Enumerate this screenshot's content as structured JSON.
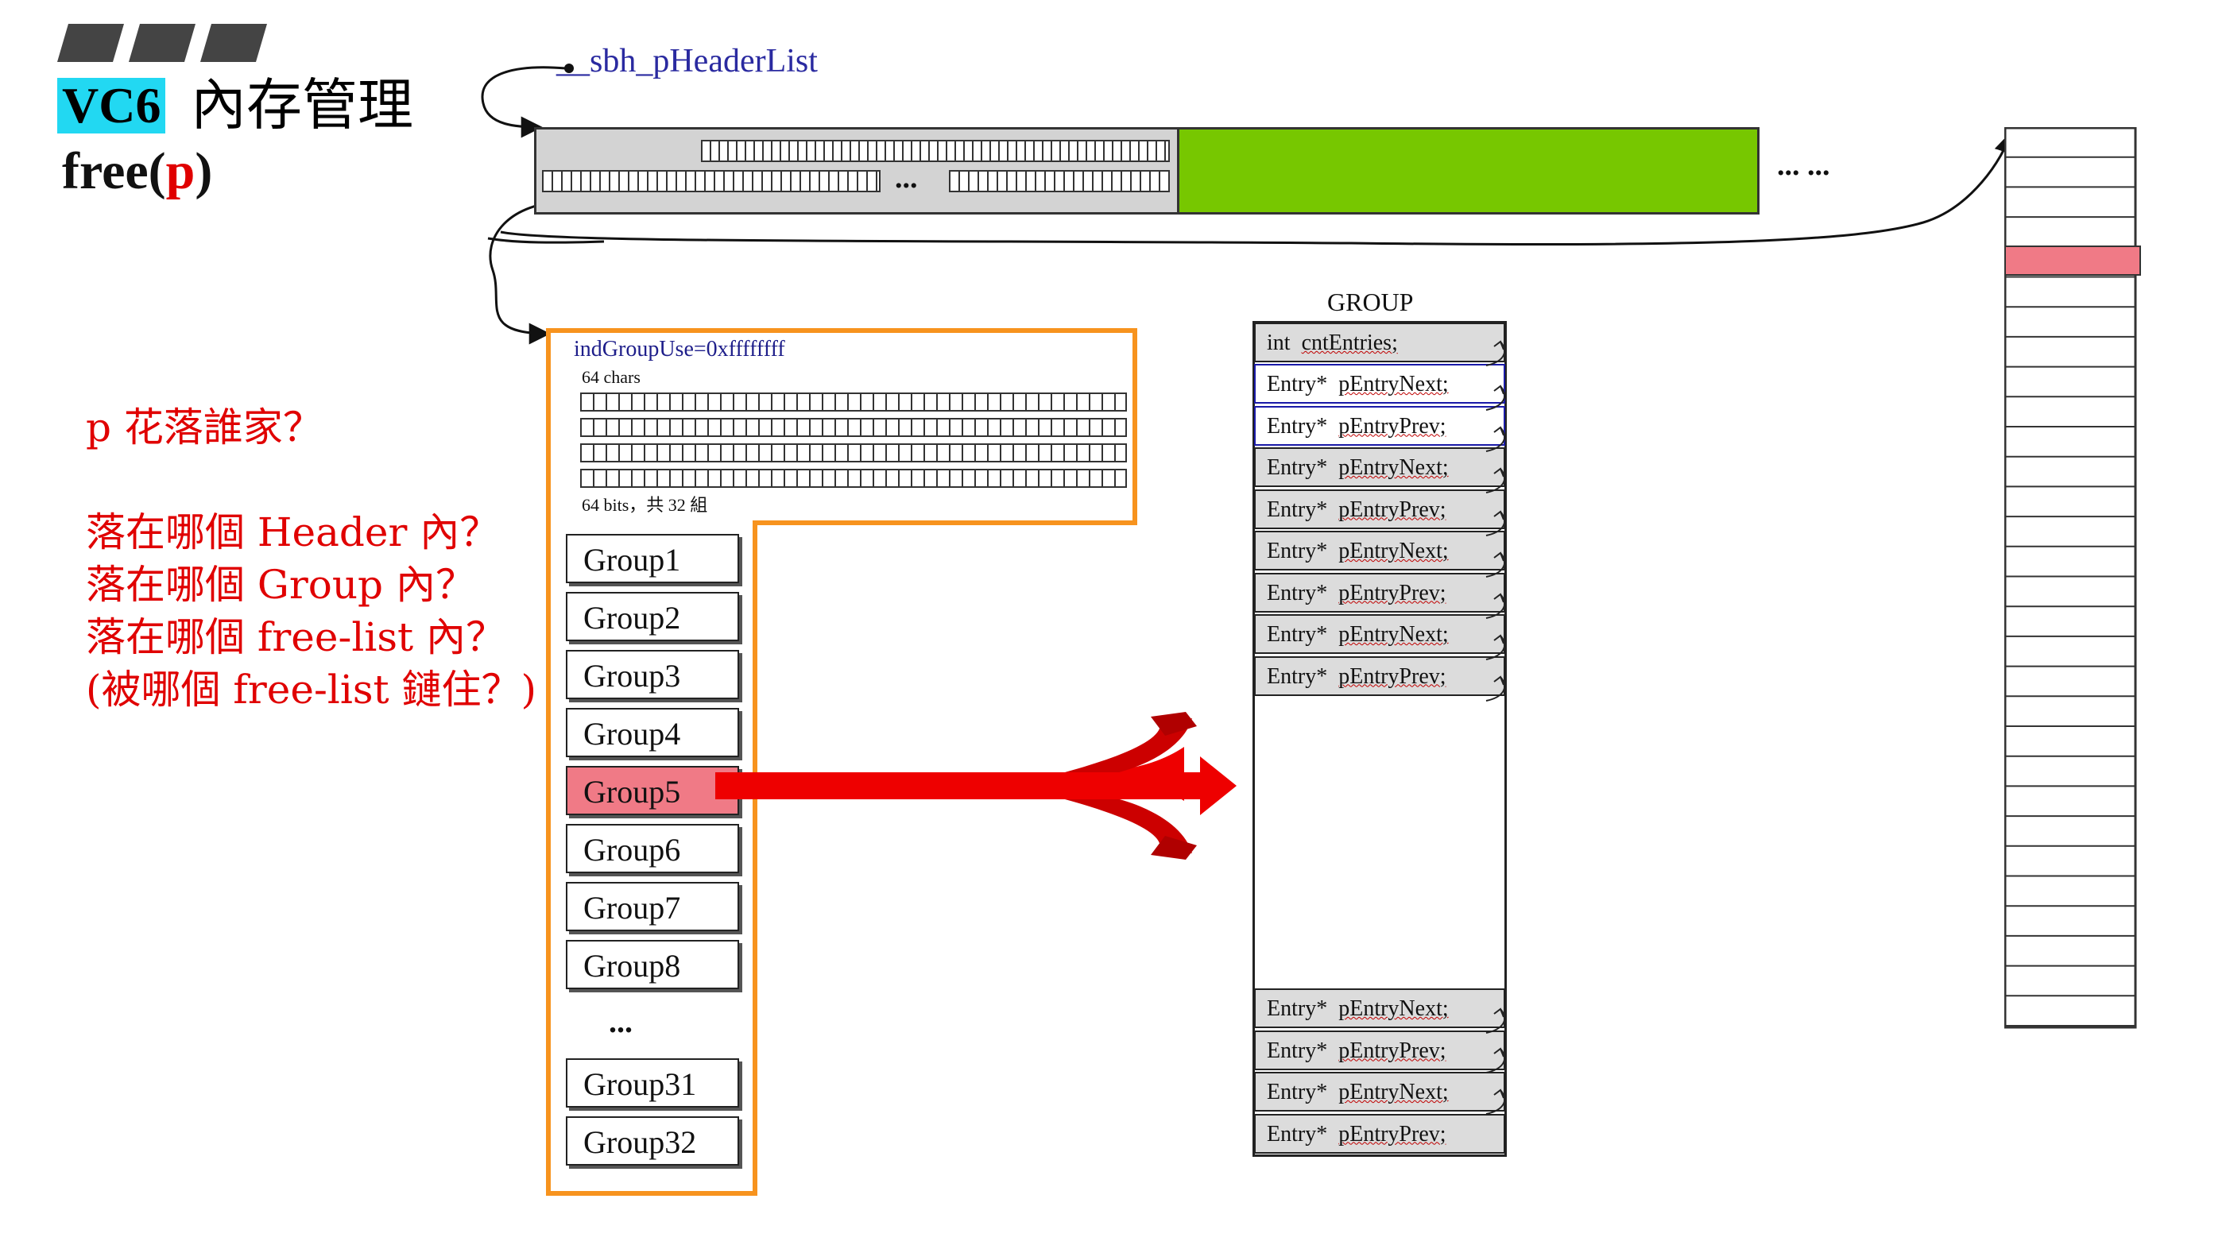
{
  "title": {
    "vc6": "VC6",
    "cn": "內存管理",
    "free_prefix": "free(",
    "free_p": "p",
    "free_suffix": ")"
  },
  "header_list": {
    "label": "__sbh_pHeaderList",
    "ellipsis_mid": "...",
    "ellipsis_right": "... ..."
  },
  "questions": {
    "q1": "p 花落誰家？",
    "q2": "落在哪個 Header 內？",
    "q3": "落在哪個 Group 內？",
    "q4": "落在哪個 free-list 內？",
    "q5": "(被哪個 free-list 鏈住？)"
  },
  "region": {
    "ind_group_use": "indGroupUse=0xffffffff",
    "chars_label": "64 chars",
    "bits_label": "64 bits，共 32 組"
  },
  "groups": [
    {
      "label": "Group1"
    },
    {
      "label": "Group2"
    },
    {
      "label": "Group3"
    },
    {
      "label": "Group4"
    },
    {
      "label": "Group5"
    },
    {
      "label": "Group6"
    },
    {
      "label": "Group7"
    },
    {
      "label": "Group8"
    }
  ],
  "groups_ellipsis": "...",
  "groups_tail": [
    {
      "label": "Group31"
    },
    {
      "label": "Group32"
    }
  ],
  "group_struct": {
    "title": "GROUP",
    "cnt_entries_type": "int",
    "cnt_entries_name": "cntEntries;",
    "entries_top": [
      {
        "type": "Entry*",
        "name": "pEntryNext;"
      },
      {
        "type": "Entry*",
        "name": "pEntryPrev;"
      },
      {
        "type": "Entry*",
        "name": "pEntryNext;"
      },
      {
        "type": "Entry*",
        "name": "pEntryPrev;"
      },
      {
        "type": "Entry*",
        "name": "pEntryNext;"
      },
      {
        "type": "Entry*",
        "name": "pEntryPrev;"
      },
      {
        "type": "Entry*",
        "name": "pEntryNext;"
      },
      {
        "type": "Entry*",
        "name": "pEntryPrev;"
      }
    ],
    "entries_bottom": [
      {
        "type": "Entry*",
        "name": "pEntryNext;"
      },
      {
        "type": "Entry*",
        "name": "pEntryPrev;"
      },
      {
        "type": "Entry*",
        "name": "pEntryNext;"
      },
      {
        "type": "Entry*",
        "name": "pEntryPrev;"
      }
    ]
  },
  "colors": {
    "green_block": "#77c700",
    "orange_border": "#f7931e",
    "highlight_red": "#f07a86",
    "arrow_red": "#ee0000",
    "cyan_highlight": "#22d8f2",
    "question_red": "#e00000"
  }
}
